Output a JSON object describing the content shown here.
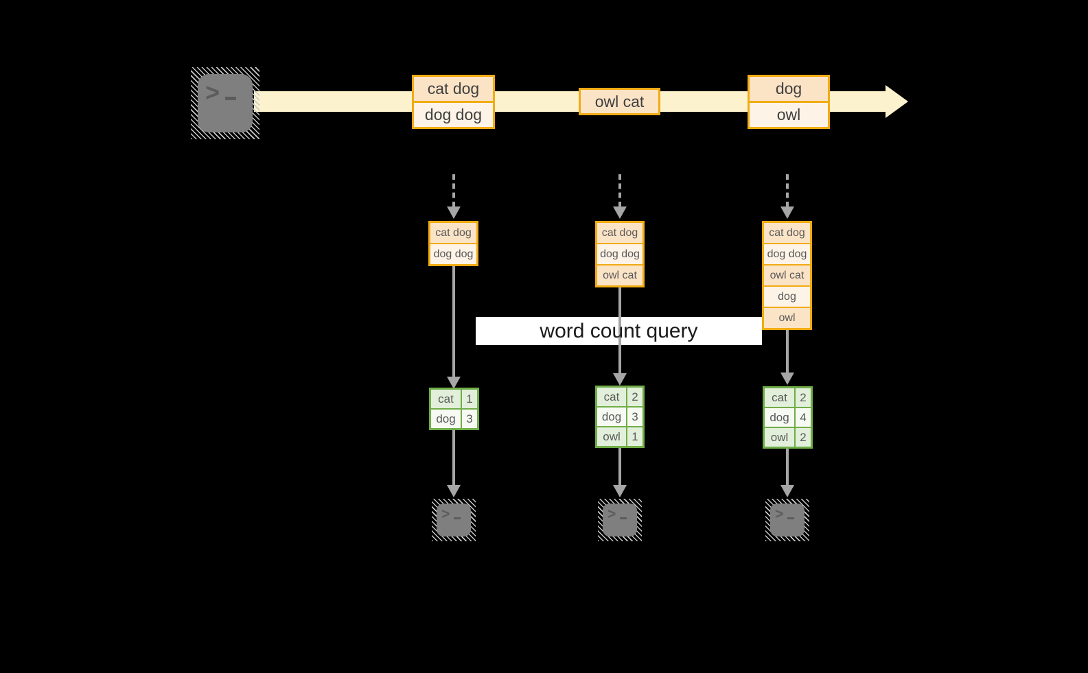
{
  "stream": {
    "batches": [
      {
        "lines": [
          "cat dog",
          "dog dog"
        ]
      },
      {
        "lines": [
          "owl cat"
        ]
      },
      {
        "lines": [
          "dog",
          "owl"
        ]
      }
    ]
  },
  "query": {
    "label": "word count query"
  },
  "pipelines": [
    {
      "state": [
        "cat dog",
        "dog dog"
      ],
      "counts": [
        {
          "word": "cat",
          "count": "1"
        },
        {
          "word": "dog",
          "count": "3"
        }
      ]
    },
    {
      "state": [
        "cat dog",
        "dog dog",
        "owl cat"
      ],
      "counts": [
        {
          "word": "cat",
          "count": "2"
        },
        {
          "word": "dog",
          "count": "3"
        },
        {
          "word": "owl",
          "count": "1"
        }
      ]
    },
    {
      "state": [
        "cat dog",
        "dog dog",
        "owl cat",
        "dog",
        "owl"
      ],
      "counts": [
        {
          "word": "cat",
          "count": "2"
        },
        {
          "word": "dog",
          "count": "4"
        },
        {
          "word": "owl",
          "count": "2"
        }
      ]
    }
  ],
  "icons": {
    "prompt_glyph": ">",
    "source": "terminal-icon",
    "sinks": [
      "terminal-icon",
      "terminal-icon",
      "terminal-icon"
    ]
  },
  "colors": {
    "background": "#000000",
    "stream_band": "#FCF2CD",
    "box_border": "#F2AB12",
    "box_fill_dark": "#FBE3C6",
    "box_fill_light": "#FDF3E6",
    "table_border": "#70AD47",
    "table_fill_dark": "#E2EFDA",
    "table_fill_light": "#F6FAF2",
    "arrow_gray": "#A6A6A6",
    "terminal_gray": "#7F7F7F"
  }
}
